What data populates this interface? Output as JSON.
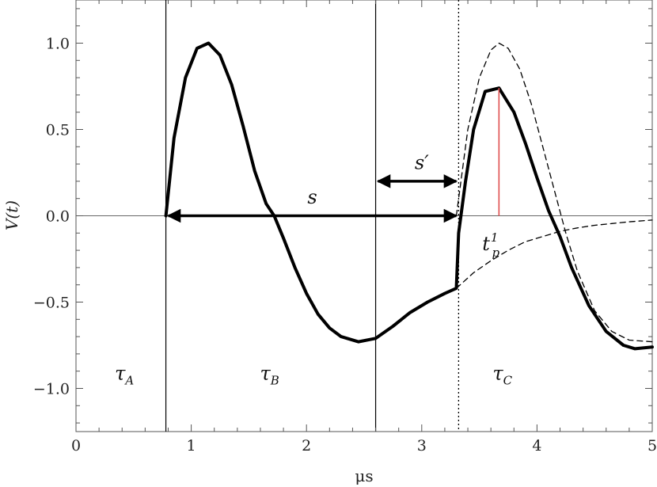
{
  "chart_data": {
    "type": "line",
    "xlabel": "μs",
    "ylabel": "V(t)",
    "xlim": [
      0,
      5
    ],
    "ylim": [
      -1.25,
      1.25
    ],
    "x_ticks": [
      0,
      1,
      2,
      3,
      4,
      5
    ],
    "x_tick_labels": [
      "0",
      "1",
      "2",
      "3",
      "4",
      "5"
    ],
    "y_ticks": [
      -1.0,
      -0.5,
      0.0,
      0.5,
      1.0
    ],
    "y_tick_labels": [
      "−1.0",
      "−0.5",
      "0.0",
      "0.5",
      "1.0"
    ],
    "grid": false,
    "series": [
      {
        "style": "solid-thick",
        "x": [
          0.78,
          0.85,
          0.95,
          1.05,
          1.15,
          1.25,
          1.35,
          1.45,
          1.55,
          1.65,
          1.72,
          1.8,
          1.9,
          2.0,
          2.1,
          2.2,
          2.3,
          2.45,
          2.6,
          2.75,
          2.9,
          3.05,
          3.2,
          3.3,
          3.32,
          3.38,
          3.45,
          3.55,
          3.67,
          3.8,
          3.9,
          4.0,
          4.1,
          4.2,
          4.3,
          4.45,
          4.6,
          4.75,
          4.85,
          5.0
        ],
        "y": [
          0.0,
          0.45,
          0.8,
          0.97,
          1.0,
          0.93,
          0.76,
          0.52,
          0.26,
          0.07,
          0.0,
          -0.13,
          -0.3,
          -0.45,
          -0.57,
          -0.65,
          -0.7,
          -0.73,
          -0.71,
          -0.64,
          -0.56,
          -0.5,
          -0.45,
          -0.42,
          -0.1,
          0.2,
          0.5,
          0.72,
          0.74,
          0.6,
          0.42,
          0.22,
          0.03,
          -0.12,
          -0.3,
          -0.52,
          -0.67,
          -0.75,
          -0.77,
          -0.76
        ]
      },
      {
        "style": "dashed",
        "x": [
          3.3,
          3.4,
          3.5,
          3.6,
          3.67,
          3.75,
          3.85,
          3.95,
          4.05,
          4.15,
          4.25,
          4.35,
          4.5,
          4.65,
          4.8,
          5.0
        ],
        "y": [
          0.0,
          0.5,
          0.8,
          0.96,
          1.0,
          0.97,
          0.85,
          0.65,
          0.4,
          0.15,
          -0.1,
          -0.32,
          -0.55,
          -0.67,
          -0.72,
          -0.73
        ]
      },
      {
        "style": "dashed",
        "x": [
          3.3,
          3.45,
          3.6,
          3.75,
          3.9,
          4.05,
          4.2,
          4.35,
          4.5,
          4.65,
          4.8,
          5.0
        ],
        "y": [
          -0.42,
          -0.33,
          -0.26,
          -0.2,
          -0.15,
          -0.12,
          -0.09,
          -0.07,
          -0.055,
          -0.045,
          -0.035,
          -0.025
        ]
      }
    ],
    "vertical_lines": [
      {
        "x": 0.78,
        "style": "solid"
      },
      {
        "x": 2.6,
        "style": "solid"
      },
      {
        "x": 3.32,
        "style": "dotted"
      }
    ],
    "marker_line": {
      "x": 3.67,
      "y_from": 0.0,
      "y_to": 0.74,
      "color": "#e05050"
    },
    "arrows": [
      {
        "label": "s",
        "x1": 0.78,
        "x2": 3.32,
        "y": 0.0
      },
      {
        "label": "s′",
        "x1": 2.6,
        "x2": 3.32,
        "y": 0.2
      }
    ],
    "annotations": [
      {
        "text": "τ",
        "sub": "A",
        "x": 0.42,
        "y": -0.95
      },
      {
        "text": "τ",
        "sub": "B",
        "x": 1.68,
        "y": -0.95
      },
      {
        "text": "τ",
        "sub": "C",
        "x": 3.7,
        "y": -0.95
      },
      {
        "text": "t",
        "sub": "p",
        "sup": "1",
        "x": 3.6,
        "y": -0.2
      },
      {
        "text": "s",
        "x": 2.05,
        "y": 0.07
      },
      {
        "text": "s′",
        "x": 3.0,
        "y": 0.27
      }
    ]
  }
}
